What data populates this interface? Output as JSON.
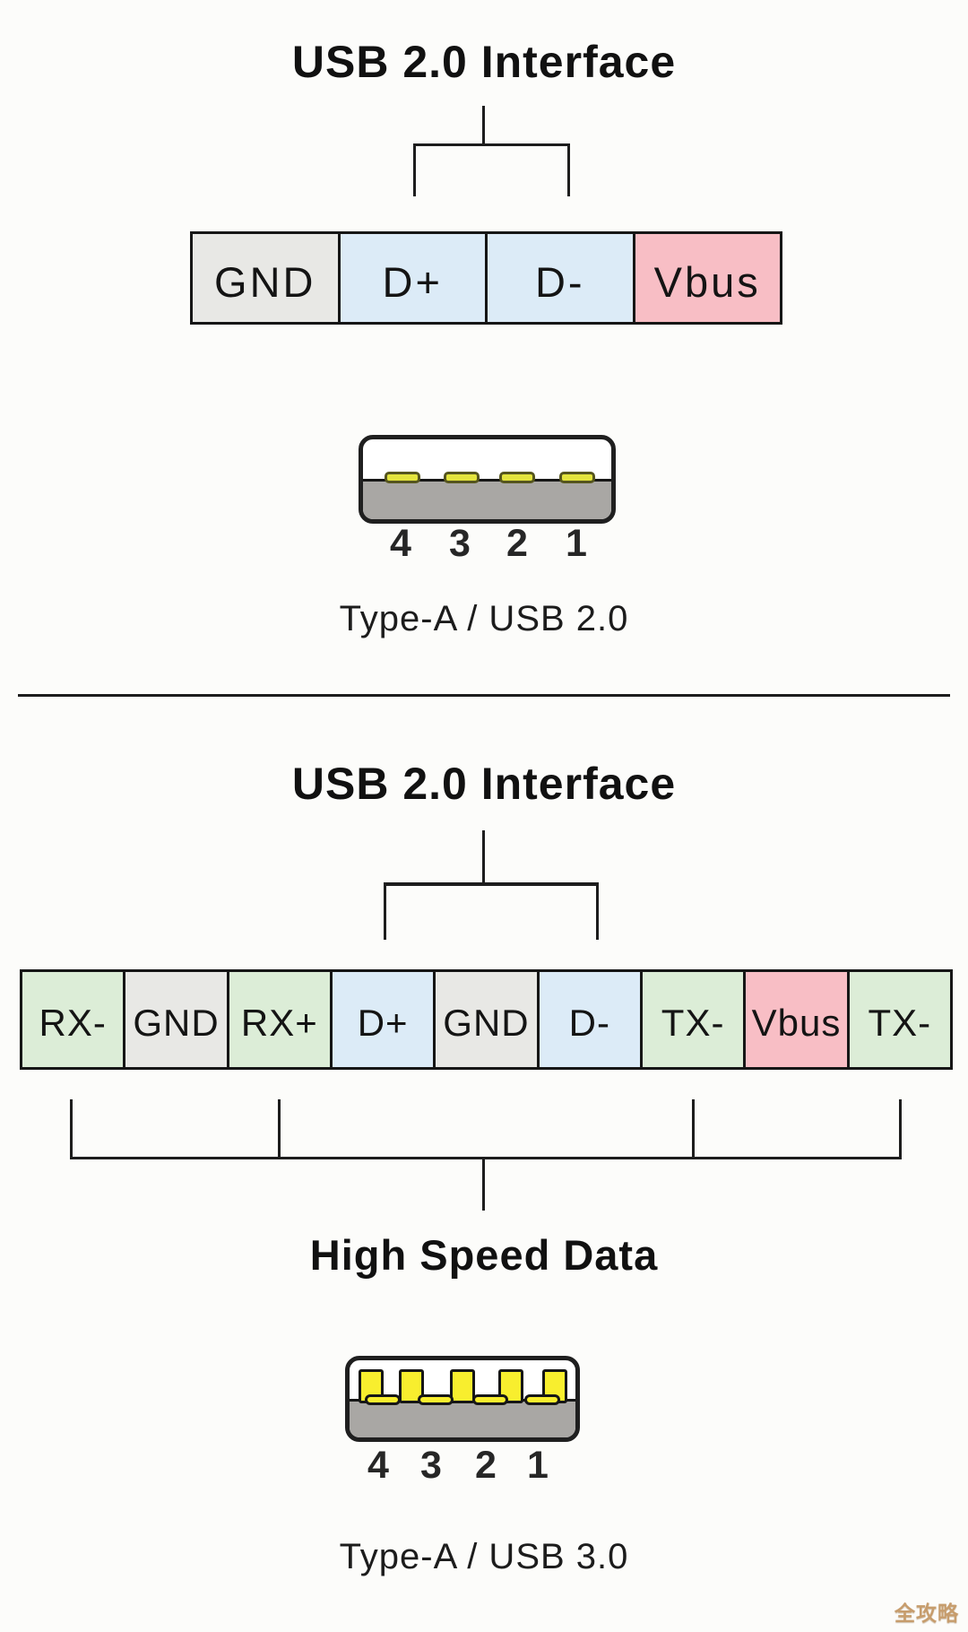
{
  "colors": {
    "background": "#fcfcfa",
    "line": "#1d1d1d",
    "ground_cell": "#e8e8e5",
    "data_cell": "#dcebf7",
    "power_cell": "#f8bec5",
    "superspeed_cell": "#dcedd7",
    "connector_base_gray": "#a9a7a4",
    "usb2_pad_yellow": "#e3e43e",
    "usb3_pin_yellow": "#f8ee2e",
    "watermark_gold": "#c79d6d"
  },
  "section_usb2": {
    "title": "USB 2.0 Interface",
    "pins": [
      {
        "label": "GND",
        "color": "#e8e8e5"
      },
      {
        "label": "D+",
        "color": "#dcebf7"
      },
      {
        "label": "D-",
        "color": "#dcebf7"
      },
      {
        "label": "Vbus",
        "color": "#f8bec5"
      }
    ],
    "connector": {
      "pin_numbers": [
        "4",
        "3",
        "2",
        "1"
      ],
      "caption": "Type-A / USB 2.0"
    }
  },
  "section_usb3": {
    "title": "USB 2.0 Interface",
    "pins": [
      {
        "label": "RX-",
        "color": "#dcedd7"
      },
      {
        "label": "GND",
        "color": "#e8e8e5"
      },
      {
        "label": "RX+",
        "color": "#dcedd7"
      },
      {
        "label": "D+",
        "color": "#dcebf7"
      },
      {
        "label": "GND",
        "color": "#e8e8e5"
      },
      {
        "label": "D-",
        "color": "#dcebf7"
      },
      {
        "label": "TX-",
        "color": "#dcedd7"
      },
      {
        "label": "Vbus",
        "color": "#f8bec5"
      },
      {
        "label": "TX-",
        "color": "#dcedd7"
      }
    ],
    "bracket_label": "High Speed Data",
    "connector": {
      "pin_numbers": [
        "4",
        "3",
        "2",
        "1"
      ],
      "caption": "Type-A / USB 3.0"
    }
  },
  "watermark": {
    "text": "全攻略"
  }
}
